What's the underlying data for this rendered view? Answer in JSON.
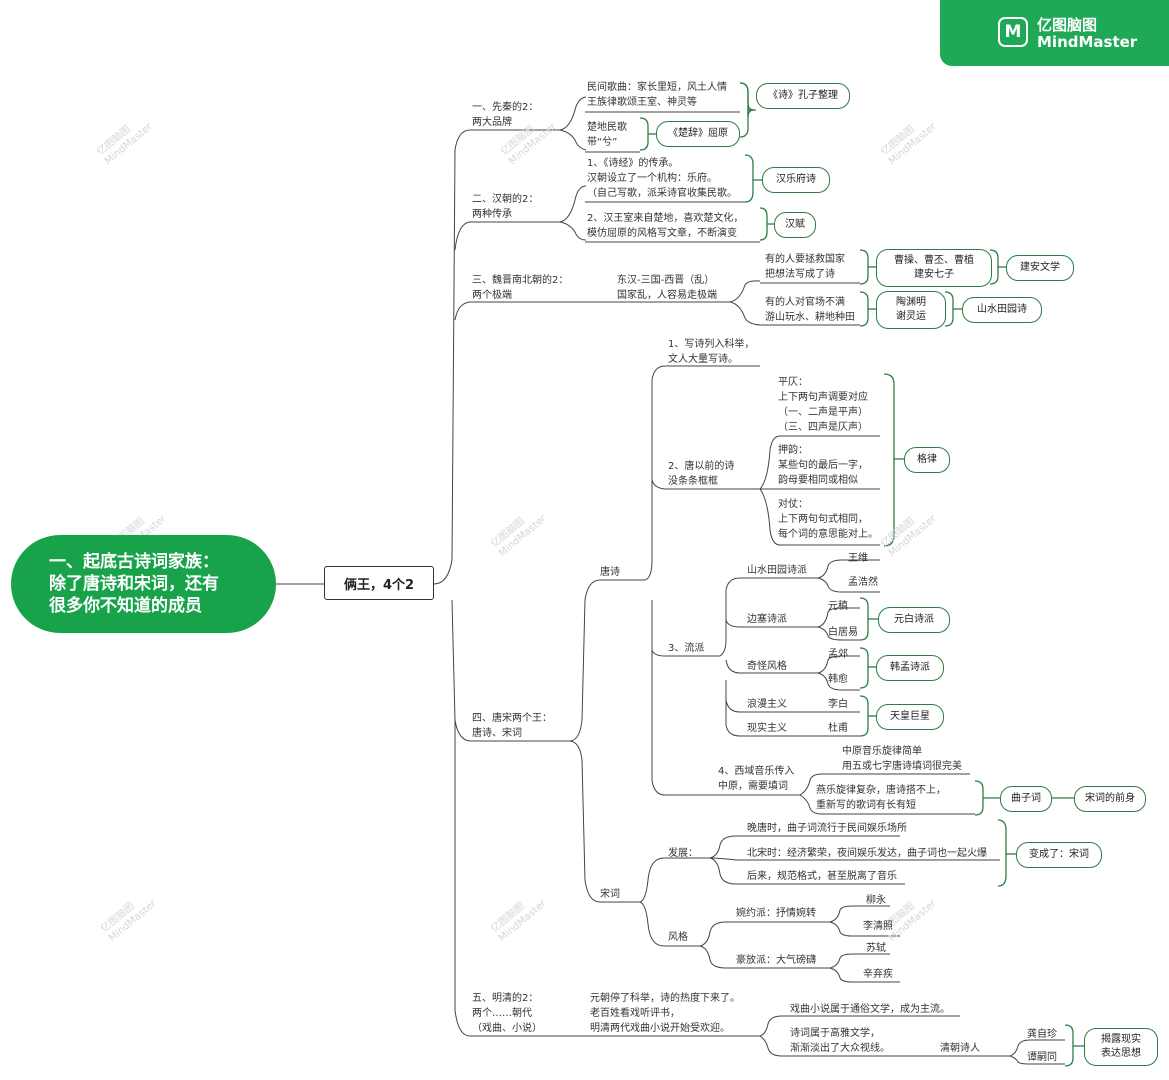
{
  "brand": {
    "name_cn": "亿图脑图",
    "name_en": "MindMaster",
    "icon": "mindmaster-logo-icon",
    "color": "#1fa855"
  },
  "root": {
    "label": "一、起底古诗词家族：\n除了唐诗和宋词，还有\n很多你不知道的成员"
  },
  "center": {
    "label": "俩王，4个2"
  },
  "sections": {
    "s1": {
      "label": "一、先秦的2：\n两大品牌",
      "items": [
        {
          "text": "民间歌曲：家长里短，风土人情\n王族律歌颂王室、神灵等",
          "tag": "《诗》孔子整理"
        },
        {
          "text": "楚地民歌\n带“兮”",
          "tag": "《楚辞》屈原"
        }
      ]
    },
    "s2": {
      "label": "二、汉朝的2：\n两种传承",
      "items": [
        {
          "text": "1、《诗经》的传承。\n汉朝设立了一个机构：乐府。\n（自己写歌，派采诗官收集民歌。",
          "tag": "汉乐府诗"
        },
        {
          "text": "2、汉王室来自楚地，喜欢楚文化，\n模仿屈原的风格写文章，不断演变",
          "tag": "汉赋"
        }
      ]
    },
    "s3": {
      "label": "三、魏晋南北朝的2：\n两个极端",
      "sub": "东汉-三国-西晋（乱）\n国家乱，人容易走极端",
      "items": [
        {
          "text": "有的人要拯救国家\n把想法写成了诗",
          "group": "曹操、曹丕、曹植\n建安七子",
          "tag": "建安文学"
        },
        {
          "text": "有的人对官场不满\n游山玩水、耕地种田",
          "group": "陶渊明\n谢灵运",
          "tag": "山水田园诗"
        }
      ]
    },
    "s4": {
      "label": "四、唐宋两个王：\n唐诗、宋词",
      "tang": {
        "label": "唐诗",
        "b1": "1、写诗列入科举，\n文人大量写诗。",
        "b2": {
          "label": "2、唐以前的诗\n没条条框框",
          "items": [
            "平仄：\n上下两句声调要对应\n（一、二声是平声）\n（三、四声是仄声）",
            "押韵：\n某些句的最后一字，\n韵母要相同或相似",
            "对仗：\n上下两句句式相同，\n每个词的意思能对上。"
          ],
          "tag": "格律"
        },
        "b3": {
          "label": "3、流派",
          "schools": [
            {
              "name": "山水田园诗派",
              "poets": [
                "王维",
                "孟浩然"
              ]
            },
            {
              "name": "边塞诗派",
              "poets": [
                "元稹",
                "白居易"
              ],
              "tag": "元白诗派"
            },
            {
              "name": "奇怪风格",
              "poets": [
                "孟郊",
                "韩愈"
              ],
              "tag": "韩孟诗派"
            },
            {
              "name": "浪漫主义",
              "poets": [
                "李白"
              ]
            },
            {
              "name": "现实主义",
              "poets": [
                "杜甫"
              ]
            }
          ],
          "tag_libai_dufu": "天皇巨星"
        },
        "b4": {
          "label": "4、西域音乐传入\n中原，需要填词",
          "items": [
            "中原音乐旋律简单\n用五或七字唐诗填词很完美",
            "燕乐旋律复杂，唐诗搭不上，\n重新写的歌词有长有短"
          ],
          "tag": "曲子词",
          "tag2": "宋词的前身"
        }
      },
      "song": {
        "label": "宋词",
        "dev": {
          "label": "发展：",
          "items": [
            "晚唐时，曲子词流行于民间娱乐场所",
            "北宋时：经济繁荣，夜间娱乐发达，曲子词也一起火爆",
            "后来，规范格式，甚至脱离了音乐"
          ],
          "tag": "变成了：宋词"
        },
        "style": {
          "label": "风格",
          "items": [
            {
              "name": "婉约派：抒情婉转",
              "poets": [
                "柳永",
                "李清照"
              ]
            },
            {
              "name": "豪放派：大气磅礴",
              "poets": [
                "苏轼",
                "辛弃疾"
              ]
            }
          ]
        }
      }
    },
    "s5": {
      "label": "五、明清的2：\n两个……朝代\n（戏曲、小说）",
      "sub": "元朝停了科举，诗的热度下来了。\n老百姓看戏听评书，\n明清两代戏曲小说开始受欢迎。",
      "items": [
        "戏曲小说属于通俗文学，成为主流。",
        "诗词属于高雅文学，\n渐渐淡出了大众视线。"
      ],
      "qing": "清朝诗人",
      "poets": [
        "龚自珍",
        "谭嗣同"
      ],
      "tag": "揭露现实\n表达思想"
    }
  }
}
